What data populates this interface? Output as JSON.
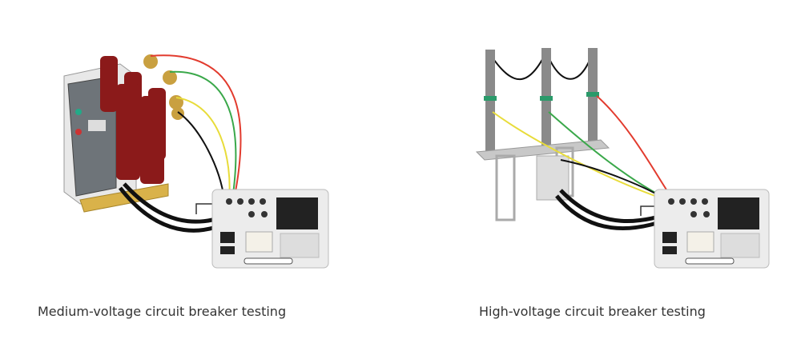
{
  "figures": [
    {
      "caption": "Medium-voltage circuit breaker testing",
      "illustration": "medium-voltage-breaker-test-setup"
    },
    {
      "caption": "High-voltage circuit breaker testing",
      "illustration": "high-voltage-breaker-test-setup"
    }
  ],
  "colors": {
    "breaker_red": "#8b1a1a",
    "lead_red": "#e23b2e",
    "lead_green": "#3aa84a",
    "lead_yellow": "#e8dc3a",
    "cable": "#111111",
    "caption_text": "#333333"
  }
}
